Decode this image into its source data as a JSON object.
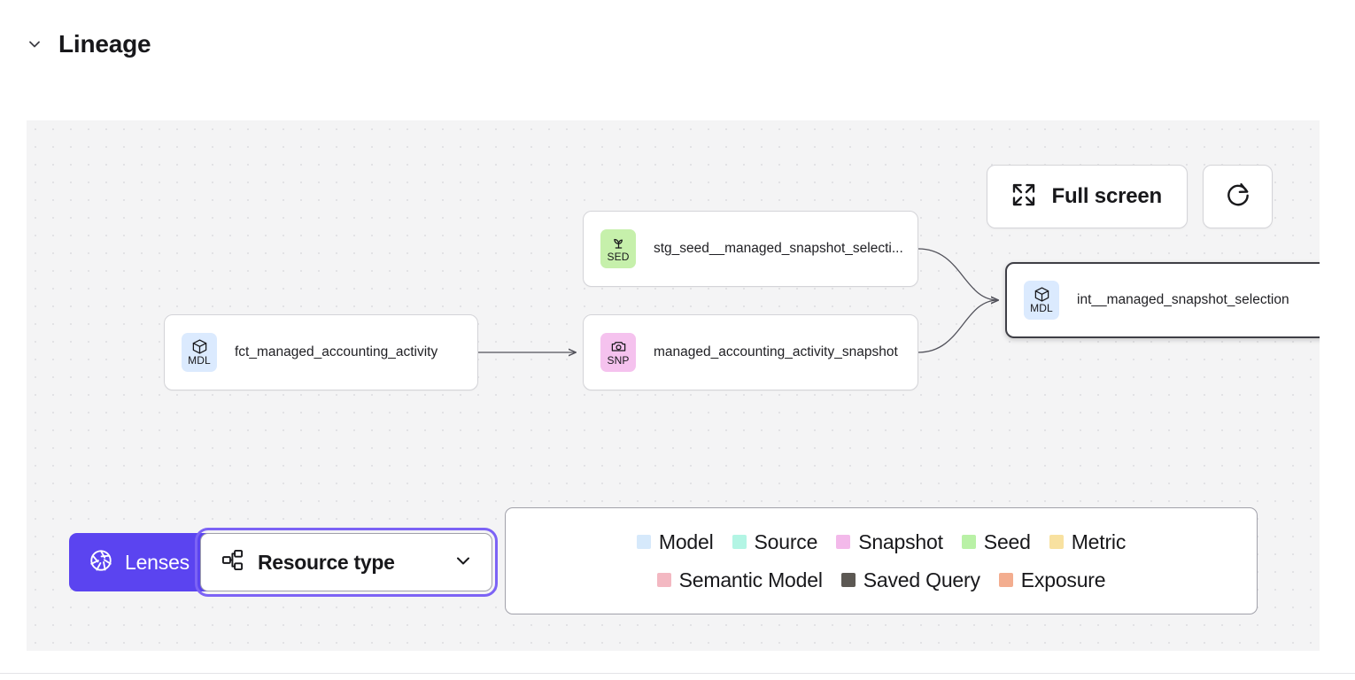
{
  "header": {
    "title": "Lineage",
    "toggle_icon": "chevron-down-icon"
  },
  "canvas": {
    "controls": {
      "fullscreen_label": "Full screen",
      "fullscreen_icon": "expand-arrows-icon",
      "refresh_icon": "refresh-icon"
    },
    "nodes": [
      {
        "id": "fct",
        "label": "fct_managed_accounting_activity",
        "abbr": "MDL",
        "type": "Model",
        "icon": "cube-icon",
        "badge_color": "#dbeafe",
        "selected": false
      },
      {
        "id": "stg",
        "label": "stg_seed__managed_snapshot_selecti...",
        "abbr": "SED",
        "type": "Seed",
        "icon": "sprout-icon",
        "badge_color": "#c6f0ab",
        "selected": false
      },
      {
        "id": "snap",
        "label": "managed_accounting_activity_snapshot",
        "abbr": "SNP",
        "type": "Snapshot",
        "icon": "camera-icon",
        "badge_color": "#f5c2ee",
        "selected": false
      },
      {
        "id": "int",
        "label": "int__managed_snapshot_selection",
        "abbr": "MDL",
        "type": "Model",
        "icon": "cube-icon",
        "badge_color": "#dbeafe",
        "selected": true
      }
    ]
  },
  "toolbar": {
    "lenses_label": "Lenses",
    "lenses_icon": "aperture-icon",
    "lenses_color": "#5b44f0",
    "resource_type_label": "Resource type",
    "resource_type_icon": "node-graph-icon",
    "resource_type_chevron": "chevron-down-icon"
  },
  "legend": {
    "row1": [
      {
        "label": "Model",
        "color": "#d6e9fb"
      },
      {
        "label": "Source",
        "color": "#b3f5e4"
      },
      {
        "label": "Snapshot",
        "color": "#f3b9ea"
      },
      {
        "label": "Seed",
        "color": "#b9f1a6"
      },
      {
        "label": "Metric",
        "color": "#f8e1a0"
      }
    ],
    "row2": [
      {
        "label": "Semantic Model",
        "color": "#f3b8c2"
      },
      {
        "label": "Saved Query",
        "color": "#5c5853"
      },
      {
        "label": "Exposure",
        "color": "#f3ad8f"
      }
    ]
  }
}
